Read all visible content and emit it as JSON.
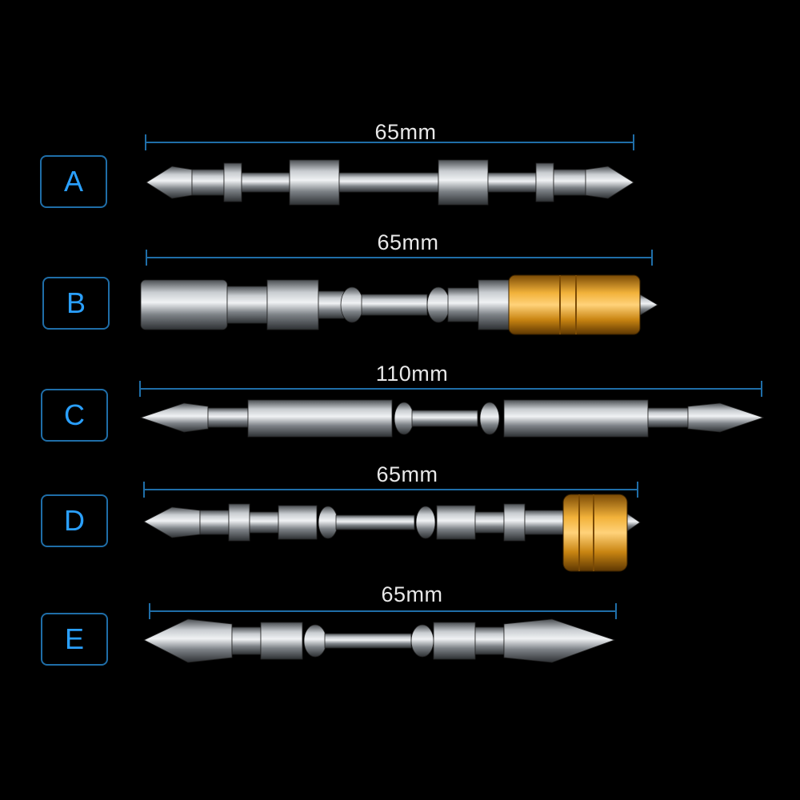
{
  "colors": {
    "background": "#000000",
    "badge_border": "#1f6ea8",
    "badge_text": "#2aa0ff",
    "steel": "#9aa0a6",
    "gold": "#d89a1e"
  },
  "bits": [
    {
      "label": "A",
      "length": "65mm",
      "magnet": false
    },
    {
      "label": "B",
      "length": "65mm",
      "magnet": true
    },
    {
      "label": "C",
      "length": "110mm",
      "magnet": false
    },
    {
      "label": "D",
      "length": "65mm",
      "magnet": true
    },
    {
      "label": "E",
      "length": "65mm",
      "magnet": false
    }
  ]
}
